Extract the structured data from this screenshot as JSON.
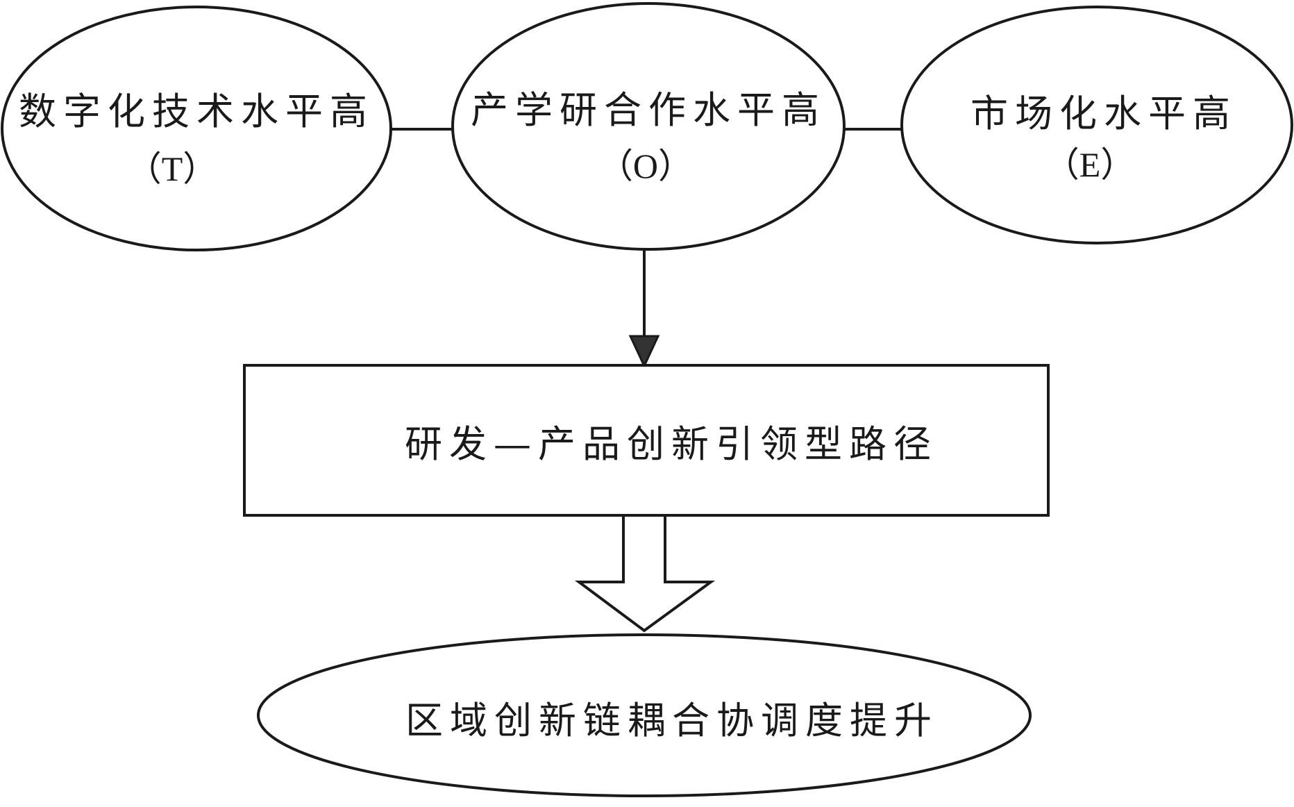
{
  "nodes": {
    "tech": {
      "title": "数字化技术水平高",
      "code": "（T）"
    },
    "coop": {
      "title": "产学研合作水平高",
      "code": "（O）"
    },
    "market": {
      "title": "市场化水平高",
      "code": "（E）"
    },
    "path": {
      "title": "研发—产品创新引领型路径"
    },
    "result": {
      "title": "区域创新链耦合协调度提升"
    }
  },
  "colors": {
    "stroke": "#1a1a1a",
    "arrow_fill": "#333333",
    "background": "#ffffff"
  }
}
